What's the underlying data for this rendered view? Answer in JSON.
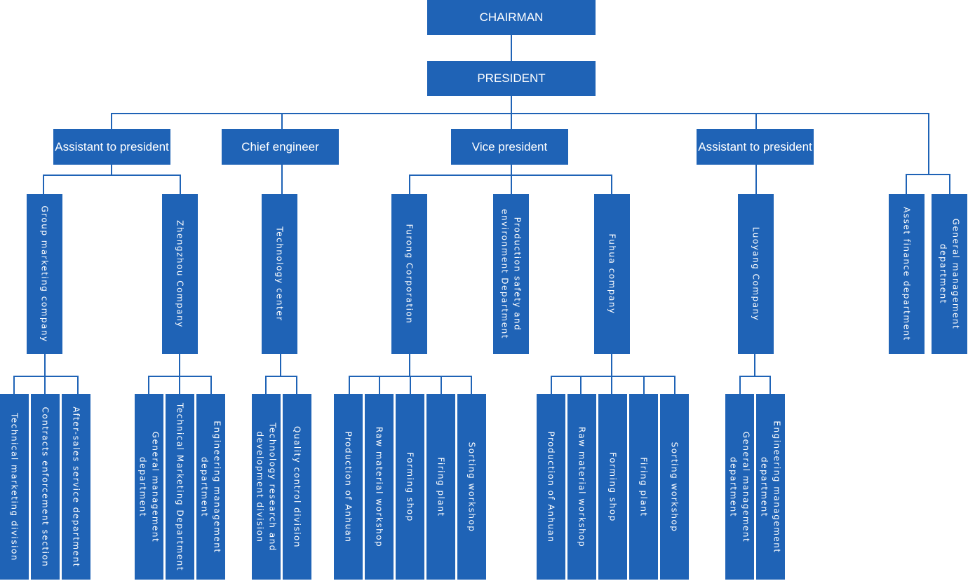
{
  "chart": {
    "top": {
      "chairman": "CHAIRMAN",
      "president": "PRESIDENT"
    },
    "second": {
      "assistant_left": "Assistant to president",
      "chief_engineer": "Chief engineer",
      "vice_president": "Vice president",
      "assistant_right": "Assistant to president"
    },
    "third": {
      "group_marketing": "Group marketing company",
      "zhengzhou": "Zhengzhou Company",
      "technology_center": "Technology center",
      "furong": "Furong Corporation",
      "production_safety": "Production safety and environment Department",
      "fuhua": "Fuhua company",
      "luoyang": "Luoyang Company",
      "asset_finance": "Asset finance department",
      "general_mgmt_top": "General management department"
    },
    "fourth": {
      "gm_technical_marketing": "Technical marketing division",
      "gm_contracts": "Contracts enforcement section",
      "gm_after_sales": "After-sales service department",
      "zz_general_mgmt": "General management department",
      "zz_tech_marketing": "Technical Marketing Department",
      "zz_engineering_mgmt": "Engineering management department",
      "tc_research_dev": "Technology research and development division",
      "tc_quality": "Quality control division",
      "fr_anhuan": "Production of Anhuan",
      "fr_raw_material": "Raw material workshop",
      "fr_forming": "Forming shop",
      "fr_firing": "Firing plant",
      "fr_sorting": "Sorting workshop",
      "fh_anhuan": "Production of Anhuan",
      "fh_raw_material": "Raw material workshop",
      "fh_forming": "Forming shop",
      "fh_firing": "Firing plant",
      "fh_sorting": "Sorting workshop",
      "ly_general_mgmt": "General management department",
      "ly_engineering_mgmt": "Engineering management department"
    }
  },
  "colors": {
    "box_fill": "#1f63b6",
    "connector": "#1f63b6",
    "text": "#ffffff",
    "background": "#ffffff"
  }
}
